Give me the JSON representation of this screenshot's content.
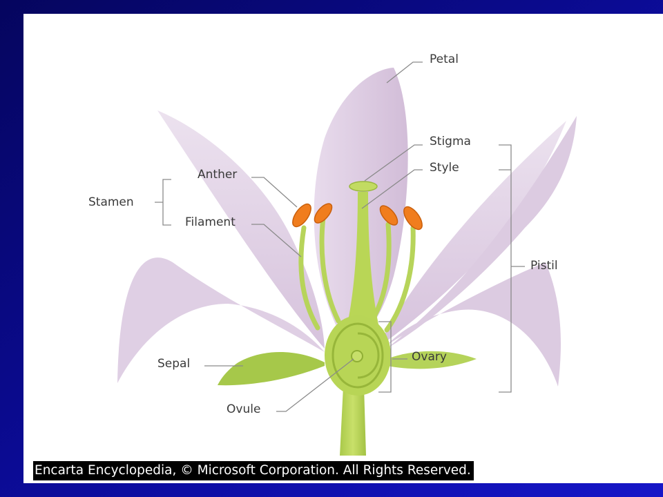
{
  "labels": {
    "petal": "Petal",
    "stigma": "Stigma",
    "style": "Style",
    "anther": "Anther",
    "stamen": "Stamen",
    "filament": "Filament",
    "pistil": "Pistil",
    "ovary": "Ovary",
    "sepal": "Sepal",
    "ovule": "Ovule"
  },
  "credit": "Encarta Encyclopedia, © Microsoft Corporation. All Rights Reserved.",
  "colors": {
    "background_dark": "#05055e",
    "background_mid": "#1616c8",
    "petal": "#e3d3e7",
    "stem": "#b9d656",
    "anther": "#f07d1e",
    "leader_line": "#8a8a8a"
  }
}
